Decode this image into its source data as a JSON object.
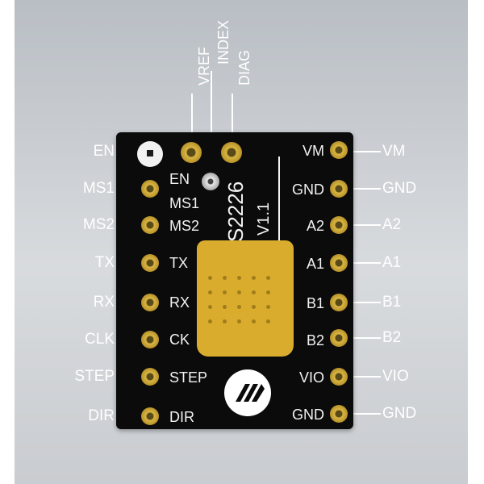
{
  "left_pins": [
    "EN",
    "MS1",
    "MS2",
    "TX",
    "RX",
    "CLK",
    "STEP",
    "DIR"
  ],
  "right_pins": [
    "VM",
    "GND",
    "A2",
    "A1",
    "B1",
    "B2",
    "VIO",
    "GND"
  ],
  "top_pins": [
    "VREF",
    "INDEX",
    "DIAG"
  ],
  "board": {
    "chip_name": "S2226",
    "version": "V1.1",
    "silk_left": [
      "EN",
      "MS1",
      "MS2",
      "TX",
      "RX",
      "CK",
      "STEP",
      "DIR"
    ],
    "silk_right": [
      "VM",
      "GND",
      "A2",
      "A1",
      "B1",
      "B2",
      "VIO",
      "GND"
    ]
  },
  "colors": {
    "board": "#0b0b0b",
    "pad_gold": "#d9b642",
    "heatsink": "#d9ac2d",
    "label": "#ffffff"
  },
  "icons": {
    "logo": "brand-logo-icon"
  }
}
